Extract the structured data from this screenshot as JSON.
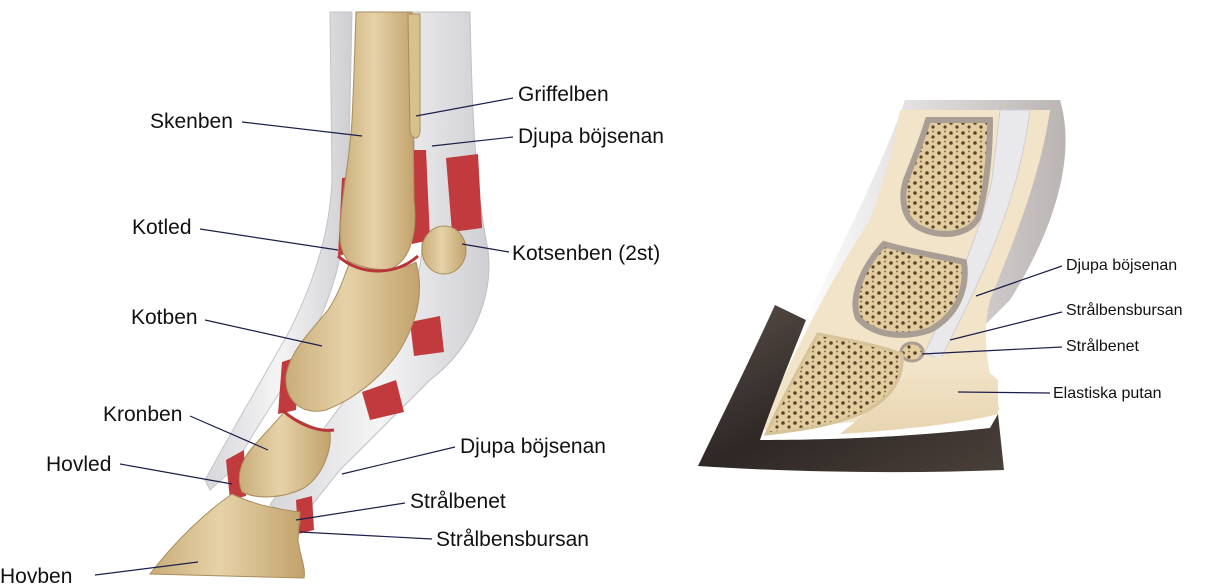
{
  "left_figure": {
    "labels": {
      "skenben": "Skenben",
      "kotled": "Kotled",
      "kotben": "Kotben",
      "kronben": "Kronben",
      "hovled": "Hovled",
      "hovben": "Hovben",
      "griffelben": "Griffelben",
      "djupa_bojsenan_top": "Djupa böjsenan",
      "kotsenben": "Kotsenben (2st)",
      "djupa_bojsenan": "Djupa böjsenan",
      "stralbenet": "Strålbenet",
      "stralbensbursan": "Strålbensbursan"
    }
  },
  "right_figure": {
    "labels": {
      "djupa_bojsenan": "Djupa böjsenan",
      "stralbensbursan": "Strålbensbursan",
      "stralbenet": "Strålbenet",
      "elastiska_putan": "Elastiska putan"
    }
  },
  "colors": {
    "bone": "#dcc59a",
    "bone_shade": "#c7ab78",
    "tendon": "#e6e6e8",
    "cartilage": "#c13a3d",
    "hoof_wall": "#3a3330",
    "cancellous": "#6b4f2f",
    "leader": "#1c1f4a"
  }
}
